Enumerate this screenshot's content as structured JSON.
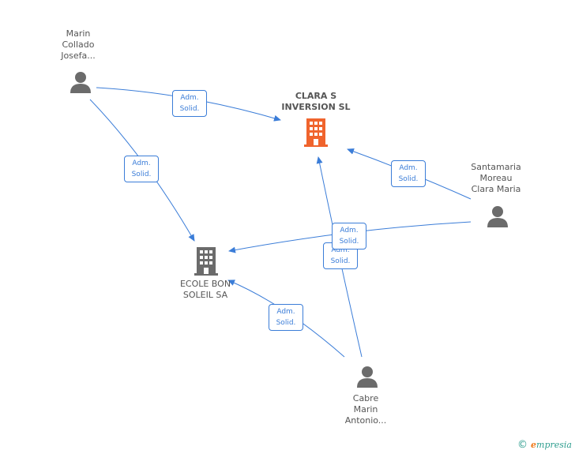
{
  "nodes": {
    "marin": {
      "label": "Marin\nCollado\nJosefa..."
    },
    "clara": {
      "label": "CLARA S\nINVERSION SL"
    },
    "santamaria": {
      "label": "Santamaria\nMoreau\nClara Maria"
    },
    "ecole": {
      "label": "ECOLE BON\nSOLEIL SA"
    },
    "cabre": {
      "label": "Cabre\nMarin\nAntonio..."
    }
  },
  "relation": {
    "line1": "Adm.",
    "line2": "Solid."
  },
  "colors": {
    "edge": "#3b7dd8",
    "company_main": "#f0642d",
    "company": "#6b6b6b",
    "person": "#6b6b6b"
  },
  "brand": {
    "copyright": "©",
    "e": "e",
    "rest": "mpresia"
  }
}
